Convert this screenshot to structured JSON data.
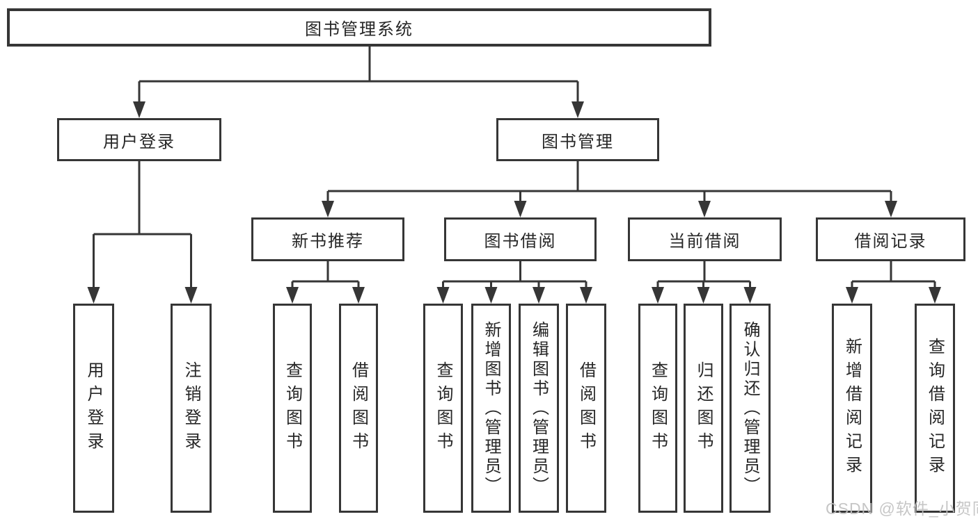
{
  "tree": {
    "label": "图书管理系统",
    "children": [
      {
        "label": "用户登录",
        "children": [
          {
            "label": "用户登录"
          },
          {
            "label": "注销登录"
          }
        ]
      },
      {
        "label": "图书管理",
        "children": [
          {
            "label": "新书推荐",
            "children": [
              {
                "label": "查询图书"
              },
              {
                "label": "借阅图书"
              }
            ]
          },
          {
            "label": "图书借阅",
            "children": [
              {
                "label": "查询图书"
              },
              {
                "label": "新增图书（管理员）"
              },
              {
                "label": "编辑图书（管理员）"
              },
              {
                "label": "借阅图书"
              }
            ]
          },
          {
            "label": "当前借阅",
            "children": [
              {
                "label": "查询图书"
              },
              {
                "label": "归还图书"
              },
              {
                "label": "确认归还（管理员）"
              }
            ]
          },
          {
            "label": "借阅记录",
            "children": [
              {
                "label": "新增借阅记录"
              },
              {
                "label": "查询借阅记录"
              }
            ]
          }
        ]
      }
    ]
  },
  "watermark": {
    "text": "CSDN @软件_小贺同学"
  },
  "colors": {
    "line": "#363636",
    "text": "#262626",
    "box_bg": "#ffffff",
    "page_bg": "#ffffff",
    "watermark": "#c0c0c0"
  }
}
